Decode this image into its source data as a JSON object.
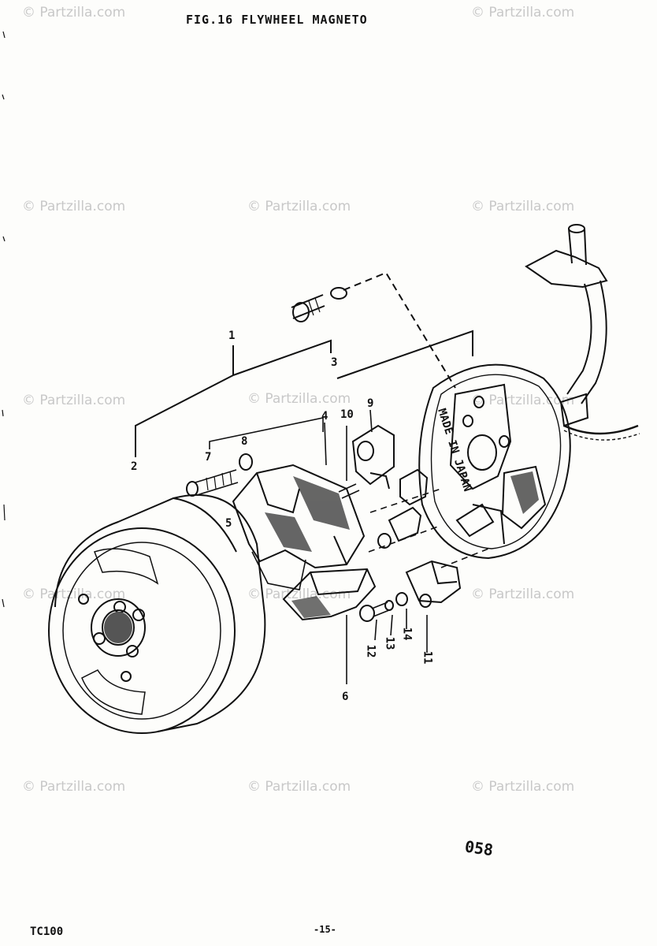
{
  "header": {
    "figure_title": "FIG.16  FLYWHEEL MAGNETO"
  },
  "footer": {
    "model": "TC100",
    "page": "-15-",
    "diagram_code": "058"
  },
  "watermark": {
    "text": "© Partzilla.com"
  },
  "stator_plate_text": "MADE IN JAPAN",
  "callouts": [
    {
      "id": "1",
      "label": "1"
    },
    {
      "id": "2",
      "label": "2"
    },
    {
      "id": "3",
      "label": "3"
    },
    {
      "id": "4",
      "label": "4"
    },
    {
      "id": "5",
      "label": "5"
    },
    {
      "id": "6",
      "label": "6"
    },
    {
      "id": "7",
      "label": "7"
    },
    {
      "id": "8",
      "label": "8"
    },
    {
      "id": "9",
      "label": "9"
    },
    {
      "id": "10",
      "label": "10"
    },
    {
      "id": "11",
      "label": "11"
    },
    {
      "id": "12",
      "label": "12"
    },
    {
      "id": "13",
      "label": "13"
    },
    {
      "id": "14",
      "label": "14"
    }
  ],
  "colors": {
    "ink": "#111111",
    "watermark": "#c8c8c8",
    "paper": "#fdfdfb",
    "shade": "#555555"
  }
}
